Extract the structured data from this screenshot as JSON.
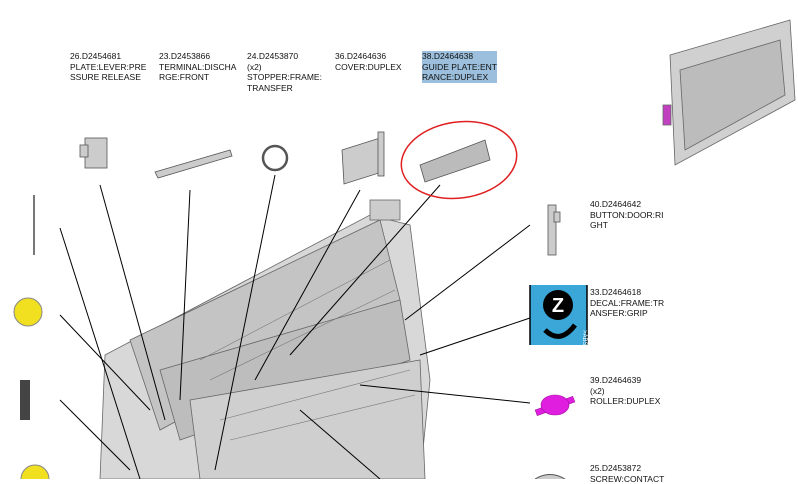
{
  "parts": [
    {
      "id": "part-26",
      "lines": [
        "26.D2454681",
        "PLATE:LEVER:PRE",
        "SSURE RELEASE"
      ]
    },
    {
      "id": "part-23",
      "lines": [
        "23.D2453866",
        "TERMINAL:DISCHA",
        "RGE:FRONT"
      ]
    },
    {
      "id": "part-24",
      "lines": [
        "24.D2453870",
        "(x2)",
        "STOPPER:FRAME:",
        "TRANSFER"
      ]
    },
    {
      "id": "part-36",
      "lines": [
        "36.D2464636",
        "COVER:DUPLEX"
      ]
    },
    {
      "id": "part-38",
      "lines": [
        "38.D2464638",
        "GUIDE PLATE:ENT",
        "RANCE:DUPLEX"
      ]
    },
    {
      "id": "part-40",
      "lines": [
        "40.D2464642",
        "BUTTON:DOOR:RI",
        "GHT"
      ]
    },
    {
      "id": "part-33",
      "lines": [
        "33.D2464618",
        "DECAL:FRAME:TR",
        "ANSFER:GRIP"
      ]
    },
    {
      "id": "part-39",
      "lines": [
        "39.D2464639",
        "(x2)",
        "ROLLER:DUPLEX"
      ]
    },
    {
      "id": "part-25",
      "lines": [
        "25.D2453872",
        "SCREW:CONTACT"
      ]
    }
  ],
  "decal": {
    "letter": "Z",
    "text": ">ABS<"
  },
  "colors": {
    "highlight": "#9bbfdc",
    "circle": "#e02020",
    "decal": "#3aa7d8",
    "roller": "#e01ee0",
    "yellow": "#f0e020"
  }
}
